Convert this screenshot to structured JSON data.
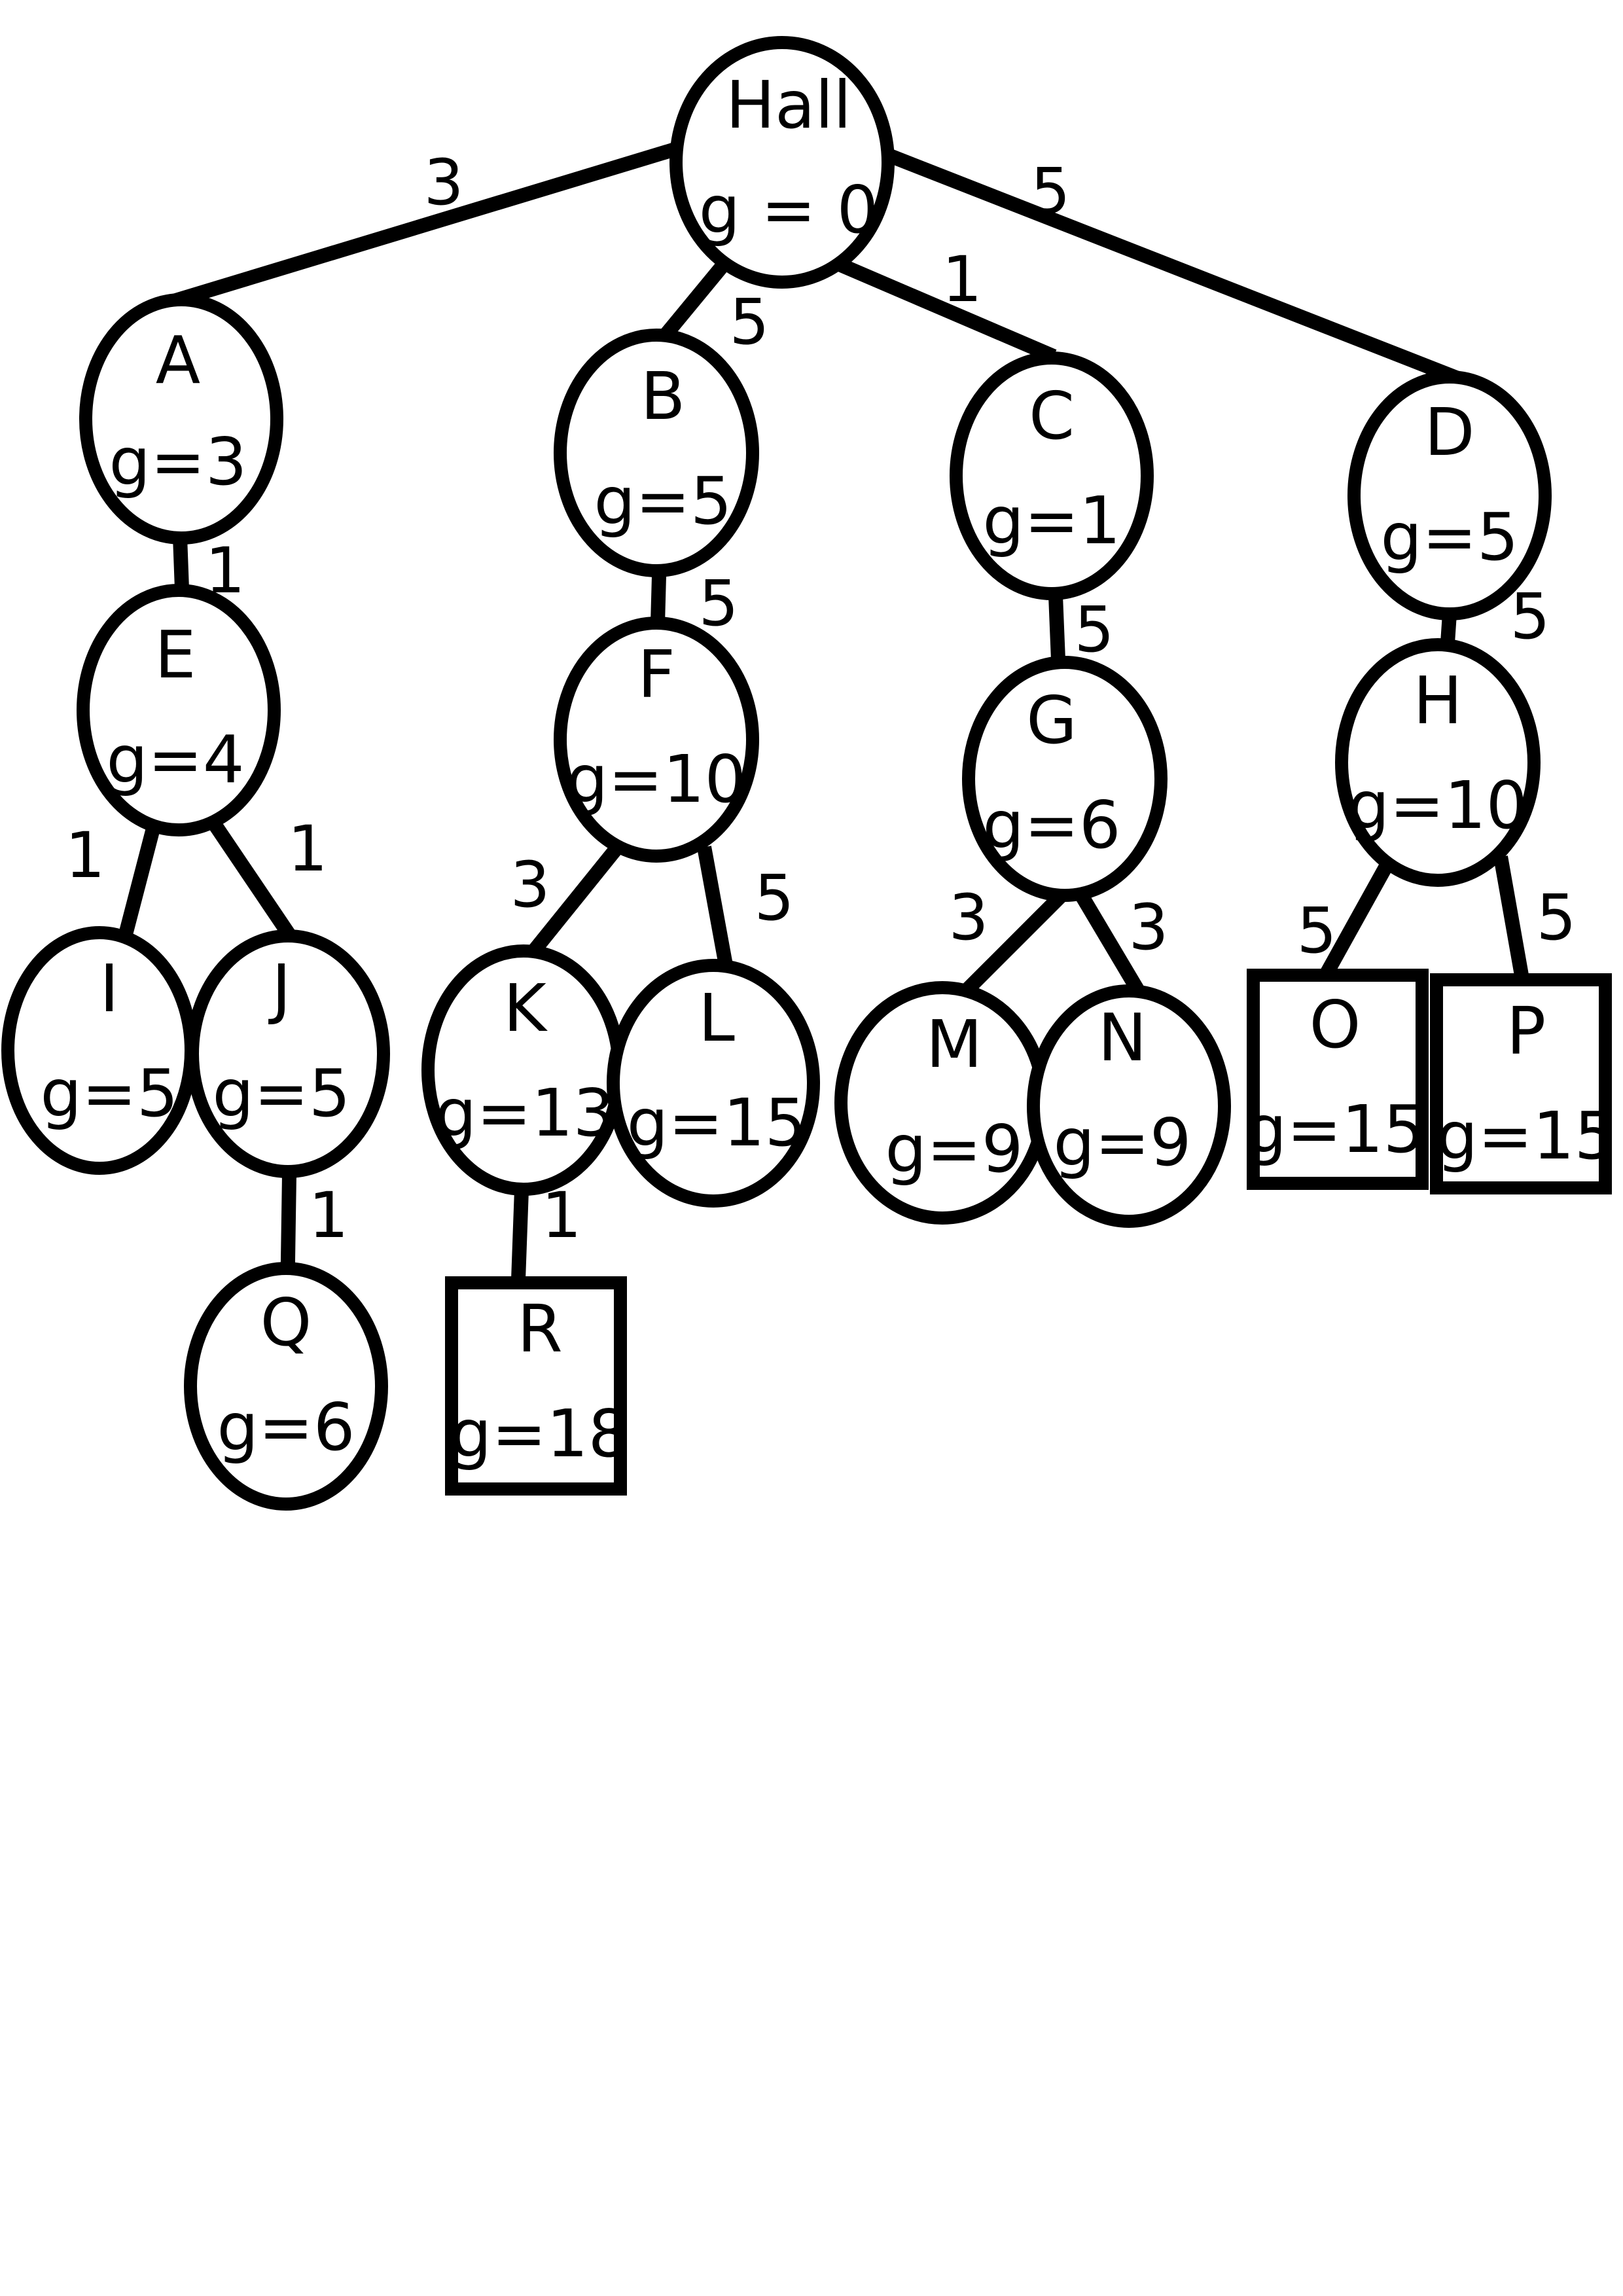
{
  "colors": {
    "stroke": "#000000",
    "background": "#ffffff"
  },
  "nodes": {
    "Hall": {
      "name": "Hall",
      "g": "g = 0",
      "shape": "ellipse"
    },
    "A": {
      "name": "A",
      "g": "g=3",
      "shape": "ellipse"
    },
    "B": {
      "name": "B",
      "g": "g=5",
      "shape": "ellipse"
    },
    "C": {
      "name": "C",
      "g": "g=1",
      "shape": "ellipse"
    },
    "D": {
      "name": "D",
      "g": "g=5",
      "shape": "ellipse"
    },
    "E": {
      "name": "E",
      "g": "g=4",
      "shape": "ellipse"
    },
    "F": {
      "name": "F",
      "g": "g=10",
      "shape": "ellipse"
    },
    "G": {
      "name": "G",
      "g": "g=6",
      "shape": "ellipse"
    },
    "H": {
      "name": "H",
      "g": "g=10",
      "shape": "ellipse"
    },
    "I": {
      "name": "I",
      "g": "g=5",
      "shape": "ellipse"
    },
    "J": {
      "name": "J",
      "g": "g=5",
      "shape": "ellipse"
    },
    "K": {
      "name": "K",
      "g": "g=13",
      "shape": "ellipse"
    },
    "L": {
      "name": "L",
      "g": "g=15",
      "shape": "ellipse"
    },
    "M": {
      "name": "M",
      "g": "g=9",
      "shape": "ellipse"
    },
    "N": {
      "name": "N",
      "g": "g=9",
      "shape": "ellipse"
    },
    "O": {
      "name": "O",
      "g": "g=15",
      "shape": "rectangle"
    },
    "P": {
      "name": "P",
      "g": "g=15",
      "shape": "rectangle"
    },
    "Q": {
      "name": "Q",
      "g": "g=6",
      "shape": "ellipse"
    },
    "R": {
      "name": "R",
      "g": "g=18",
      "shape": "rectangle"
    }
  },
  "edges": {
    "hall_a": {
      "from": "Hall",
      "to": "A",
      "weight": "3"
    },
    "hall_b": {
      "from": "Hall",
      "to": "B",
      "weight": "5"
    },
    "hall_c": {
      "from": "Hall",
      "to": "C",
      "weight": "1"
    },
    "hall_d": {
      "from": "Hall",
      "to": "D",
      "weight": "5"
    },
    "a_e": {
      "from": "A",
      "to": "E",
      "weight": "1"
    },
    "b_f": {
      "from": "B",
      "to": "F",
      "weight": "5"
    },
    "c_g": {
      "from": "C",
      "to": "G",
      "weight": "5"
    },
    "d_h": {
      "from": "D",
      "to": "H",
      "weight": "5"
    },
    "e_i": {
      "from": "E",
      "to": "I",
      "weight": "1"
    },
    "e_j": {
      "from": "E",
      "to": "J",
      "weight": "1"
    },
    "f_k": {
      "from": "F",
      "to": "K",
      "weight": "3"
    },
    "f_l": {
      "from": "F",
      "to": "L",
      "weight": "5"
    },
    "g_m": {
      "from": "G",
      "to": "M",
      "weight": "3"
    },
    "g_n": {
      "from": "G",
      "to": "N",
      "weight": "3"
    },
    "h_o": {
      "from": "H",
      "to": "O",
      "weight": "5"
    },
    "h_p": {
      "from": "H",
      "to": "P",
      "weight": "5"
    },
    "j_q": {
      "from": "J",
      "to": "Q",
      "weight": "1"
    },
    "k_r": {
      "from": "K",
      "to": "R",
      "weight": "1"
    }
  }
}
